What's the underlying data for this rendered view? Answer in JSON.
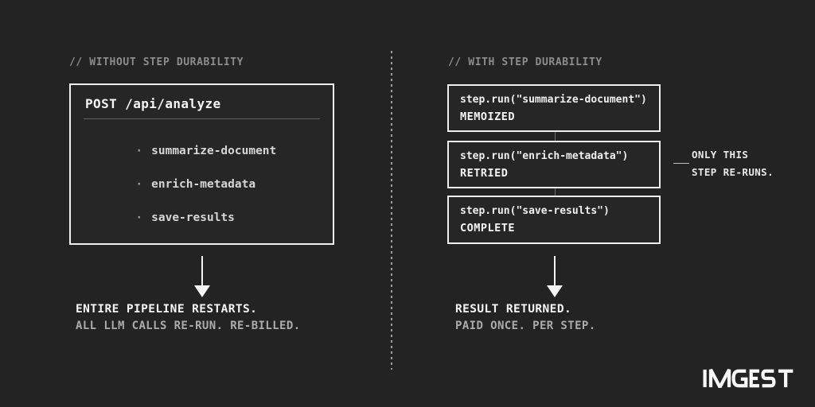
{
  "colors": {
    "background": "#232323",
    "box_border": "#f0f0f0",
    "text_primary": "#f5f5f5",
    "text_secondary": "#ababab",
    "text_muted": "#8c8c8c"
  },
  "left": {
    "header": "// WITHOUT STEP DURABILITY",
    "box": {
      "title": "POST /api/analyze",
      "bullet": "·",
      "items": [
        "summarize-document",
        "enrich-metadata",
        "save-results"
      ]
    },
    "caption_primary": "ENTIRE PIPELINE RESTARTS.",
    "caption_secondary": "ALL LLM CALLS RE-RUN. RE-BILLED."
  },
  "right": {
    "header": "// WITH STEP DURABILITY",
    "steps": [
      {
        "code": "step.run(\"summarize-document\")",
        "status": "MEMOIZED"
      },
      {
        "code": "step.run(\"enrich-metadata\")",
        "status": "RETRIED"
      },
      {
        "code": "step.run(\"save-results\")",
        "status": "COMPLETE"
      }
    ],
    "annotation": {
      "line1": "ONLY THIS",
      "line2": "STEP RE-RUNS."
    },
    "caption_primary": "RESULT RETURNED.",
    "caption_secondary": "PAID ONCE. PER STEP."
  },
  "logo": {
    "text": "INNGEST"
  }
}
